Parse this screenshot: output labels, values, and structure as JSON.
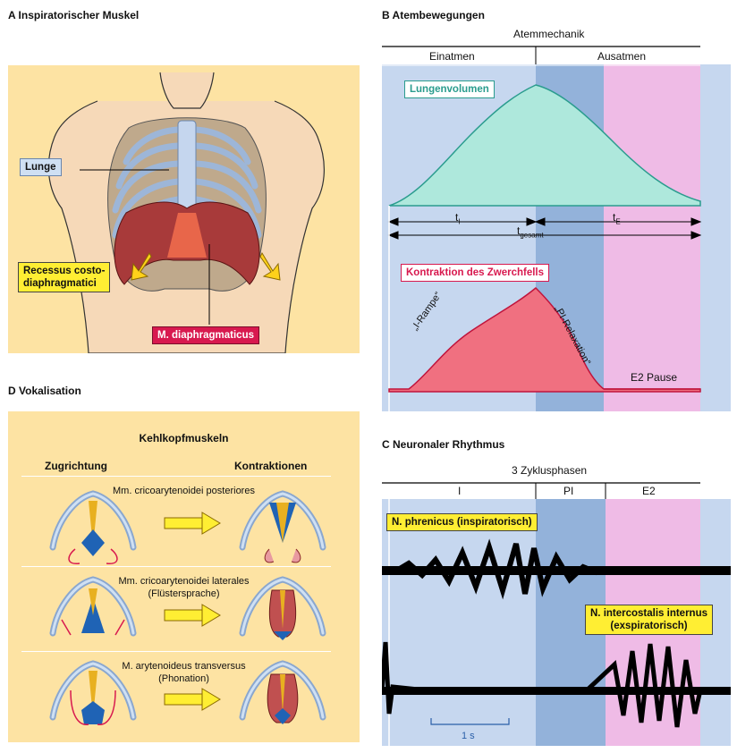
{
  "panel_a": {
    "title": "A  Inspiratorischer Muskel",
    "lunge": "Lunge",
    "recessus_line1": "Recessus costo-",
    "recessus_line2": "diaphragmatici",
    "diaphragm": "M. diaphragmaticus"
  },
  "panel_b": {
    "title": "B  Atembewegungen",
    "header": "Atemmechanik",
    "phase_in": "Einatmen",
    "phase_out": "Ausatmen",
    "volume_label": "Lungenvolumen",
    "ti": "t",
    "ti_sub": "I",
    "te": "t",
    "te_sub": "E",
    "tg": "t",
    "tg_sub": "gesamt",
    "contraction_label": "Kontraktion des Zwerchfells",
    "ramp": "„I-Rampe“",
    "relax": "„PI-Relaxation“",
    "pause": "E2 Pause"
  },
  "panel_c": {
    "title": "C  Neuronaler Rhythmus",
    "header": "3 Zyklusphasen",
    "phase_i": "I",
    "phase_pi": "PI",
    "phase_e2": "E2",
    "phrenicus": "N. phrenicus (inspiratorisch)",
    "intercostalis_line1": "N. intercostalis internus",
    "intercostalis_line2": "(exspiratorisch)",
    "scale": "1 s"
  },
  "panel_d": {
    "title": "D  Vokalisation",
    "heading": "Kehlkopfmuskeln",
    "col_left": "Zugrichtung",
    "col_right": "Kontraktionen",
    "row1": "Mm. cricoarytenoidei posteriores",
    "row2_line1": "Mm. cricoarytenoidei laterales",
    "row2_line2": "(Flüstersprache)",
    "row3_line1": "M. arytenoideus transversus",
    "row3_line2": "(Phonation)"
  },
  "colors": {
    "cream": "#fde3a3",
    "light_blue": "#c6d7ef",
    "mid_blue": "#93b2da",
    "pink": "#efbbe6",
    "teal": "#2a9c8e",
    "red": "#d8194f",
    "yellow": "#ffee33"
  }
}
